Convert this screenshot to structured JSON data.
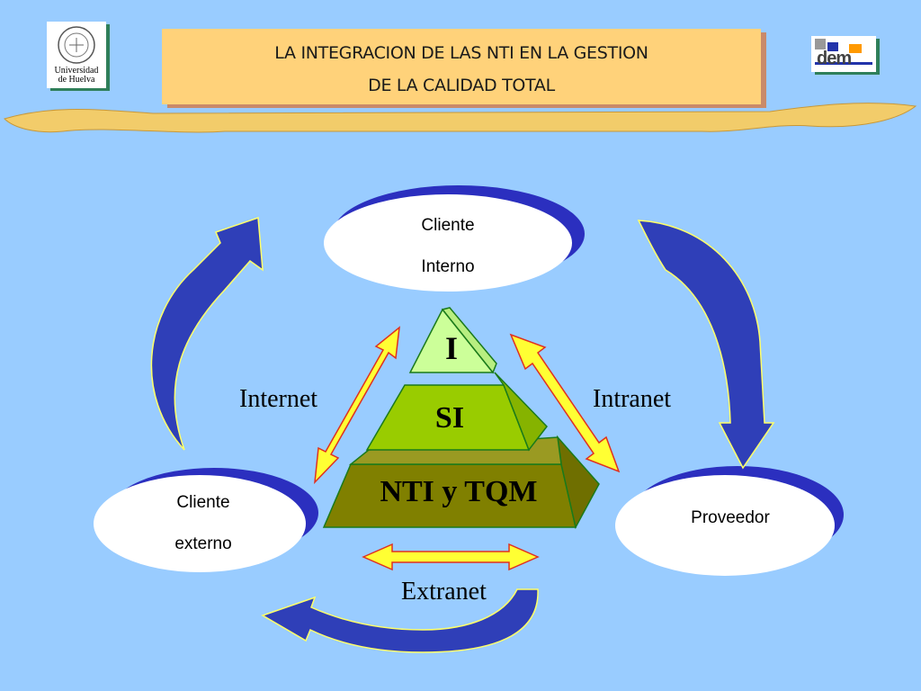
{
  "title": {
    "line1": "LA INTEGRACION DE LAS NTI  EN LA GESTION",
    "line2": "DE LA CALIDAD TOTAL"
  },
  "logos": {
    "left": {
      "line1": "Universidad",
      "line2": "de Huelva"
    },
    "right": {
      "text": "dem"
    }
  },
  "nodes": {
    "cliente_interno": {
      "line1": "Cliente",
      "line2": "Interno"
    },
    "cliente_externo": {
      "line1": "Cliente",
      "line2": "externo"
    },
    "proveedor": {
      "line1": "Proveedor"
    }
  },
  "pyramid": {
    "top": "I",
    "middle": "SI",
    "bottom": "NTI y TQM"
  },
  "links": {
    "left": "Internet",
    "right": "Intranet",
    "bottom": "Extranet"
  },
  "colors": {
    "background": "#99ccff",
    "ellipse_shadow": "#2b2fbf",
    "cycle_arrow": "#2f3fb8",
    "double_arrow_fill": "#ffff33",
    "double_arrow_stroke": "#e03020",
    "pyramid_top": "#ccff99",
    "pyramid_middle": "#99cc00",
    "pyramid_bottom": "#808000"
  }
}
